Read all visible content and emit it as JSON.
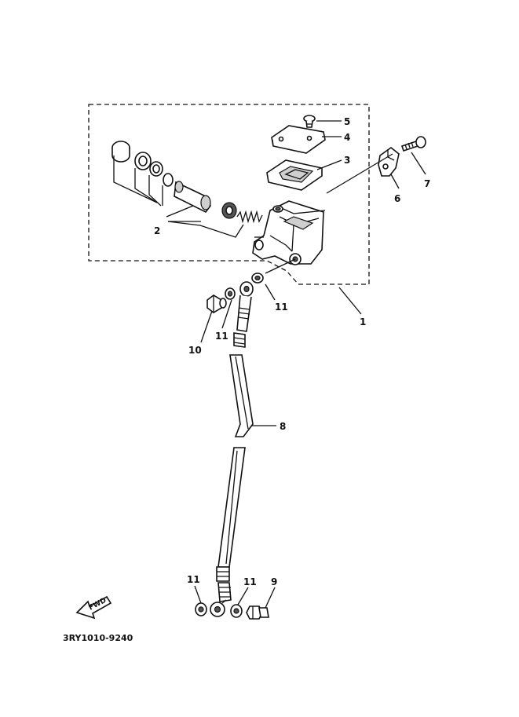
{
  "diagram_code": "3RY1010-9240",
  "direction_arrow": "FWD",
  "callouts": {
    "c1": "1",
    "c2": "2",
    "c3": "3",
    "c4": "4",
    "c5": "5",
    "c6": "6",
    "c7": "7",
    "c8": "8",
    "c9": "9",
    "c10": "10",
    "c11a": "11",
    "c11b": "11",
    "c11c": "11",
    "c11d": "11"
  },
  "icons": {
    "fwd": "fwd-arrow-icon"
  }
}
